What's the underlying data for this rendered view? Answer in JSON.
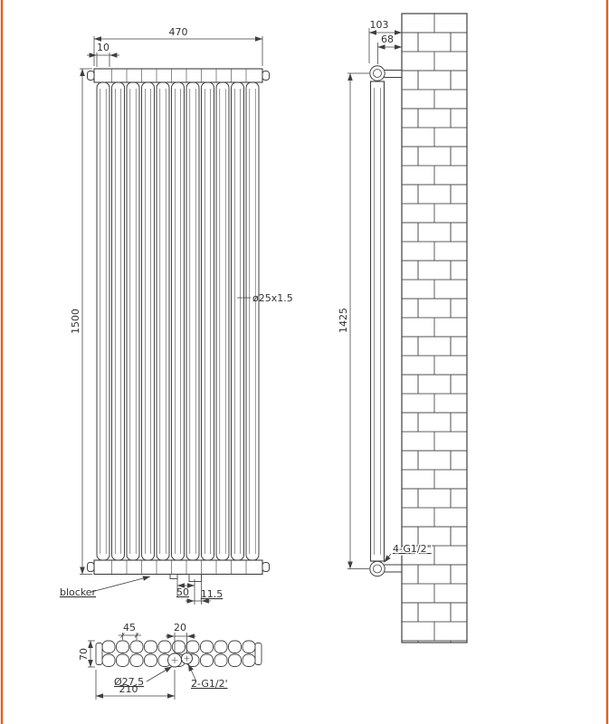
{
  "colors": {
    "line": "#3f3f3f",
    "accent": "#e85d1f"
  },
  "front_view": {
    "dim_width": "470",
    "dim_segment": "10",
    "dim_height": "1500",
    "tube_label": "ø25x1.5",
    "dim_50": "50",
    "dim_115": "11.5",
    "blocker_label": "blocker"
  },
  "side_view": {
    "dim_depth_total": "103",
    "dim_depth_center": "68",
    "dim_height_centers": "1425",
    "valve_label": "4-G1/2\""
  },
  "plan_view": {
    "dim_pitch": "45",
    "dim_valve_gap": "20",
    "dim_depth": "70",
    "dia_label": "Ø27.5",
    "dim_210": "210",
    "thread_label": "2-G1/2'"
  }
}
